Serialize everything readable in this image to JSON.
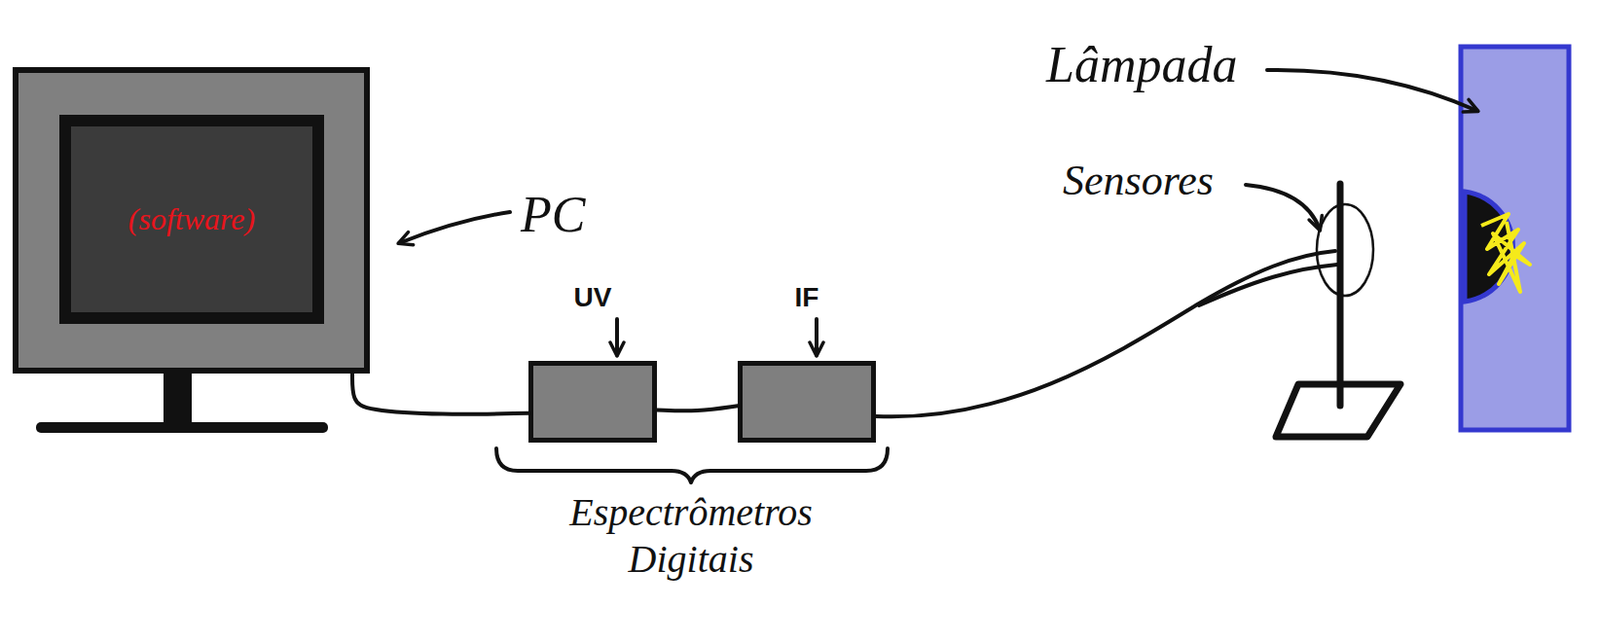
{
  "diagram": {
    "nodes": [
      {
        "text": [
          "(software)"
        ]
      },
      {
        "text": [
          "UV"
        ]
      },
      {
        "text": [
          "IF"
        ]
      }
    ],
    "edges": [
      {
        "from": 0,
        "to": 1,
        "arrow": "none"
      },
      {
        "from": 1,
        "to": 2,
        "arrow": "none"
      }
    ],
    "labels": [
      "PC",
      "Sensores",
      "Lâmpada",
      "Espectrômetros Digitais"
    ]
  }
}
